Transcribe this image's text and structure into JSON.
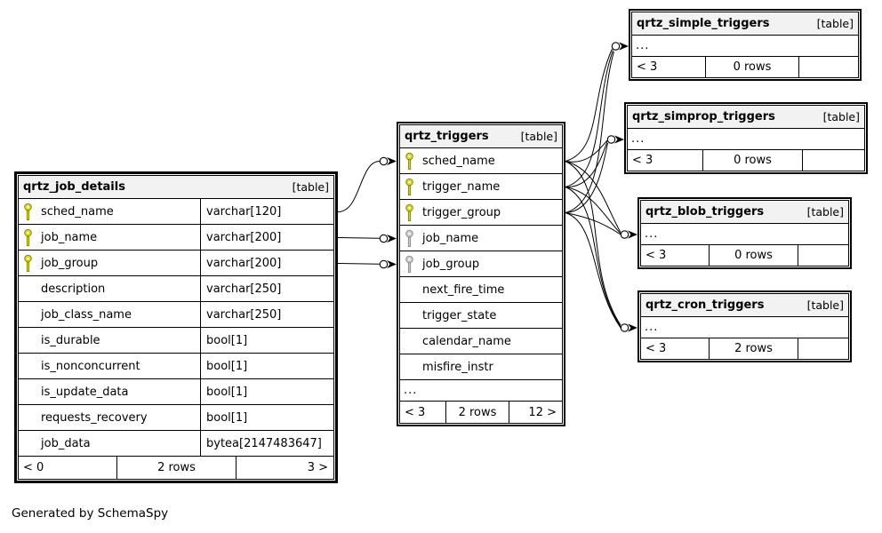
{
  "page": {
    "generated_by": "Generated by SchemaSpy"
  },
  "colors": {
    "pk_key": "#d8d820",
    "fk_key": "#cccccc",
    "header_bg": "#f2f2f2",
    "line": "#000000"
  },
  "tables": {
    "job_details": {
      "name": "qrtz_job_details",
      "tag": "[table]",
      "columns": [
        {
          "name": "sched_name",
          "type": "varchar[120]",
          "key": "pk"
        },
        {
          "name": "job_name",
          "type": "varchar[200]",
          "key": "pk"
        },
        {
          "name": "job_group",
          "type": "varchar[200]",
          "key": "pk"
        },
        {
          "name": "description",
          "type": "varchar[250]",
          "key": ""
        },
        {
          "name": "job_class_name",
          "type": "varchar[250]",
          "key": ""
        },
        {
          "name": "is_durable",
          "type": "bool[1]",
          "key": ""
        },
        {
          "name": "is_nonconcurrent",
          "type": "bool[1]",
          "key": ""
        },
        {
          "name": "is_update_data",
          "type": "bool[1]",
          "key": ""
        },
        {
          "name": "requests_recovery",
          "type": "bool[1]",
          "key": ""
        },
        {
          "name": "job_data",
          "type": "bytea[2147483647]",
          "key": ""
        }
      ],
      "footer": {
        "left": "< 0",
        "center": "2 rows",
        "right": "3 >"
      }
    },
    "triggers": {
      "name": "qrtz_triggers",
      "tag": "[table]",
      "columns": [
        {
          "name": "sched_name",
          "key": "pk"
        },
        {
          "name": "trigger_name",
          "key": "pk"
        },
        {
          "name": "trigger_group",
          "key": "pk"
        },
        {
          "name": "job_name",
          "key": "fk"
        },
        {
          "name": "job_group",
          "key": "fk"
        },
        {
          "name": "next_fire_time",
          "key": ""
        },
        {
          "name": "trigger_state",
          "key": ""
        },
        {
          "name": "calendar_name",
          "key": ""
        },
        {
          "name": "misfire_instr",
          "key": ""
        }
      ],
      "more": "...",
      "footer": {
        "left": "< 3",
        "center": "2 rows",
        "right": "12 >"
      }
    },
    "simple": {
      "name": "qrtz_simple_triggers",
      "tag": "[table]",
      "more": "...",
      "footer": {
        "left": "< 3",
        "center": "0 rows",
        "right": ""
      }
    },
    "simprop": {
      "name": "qrtz_simprop_triggers",
      "tag": "[table]",
      "more": "...",
      "footer": {
        "left": "< 3",
        "center": "0 rows",
        "right": ""
      }
    },
    "blob": {
      "name": "qrtz_blob_triggers",
      "tag": "[table]",
      "more": "...",
      "footer": {
        "left": "< 3",
        "center": "0 rows",
        "right": ""
      }
    },
    "cron": {
      "name": "qrtz_cron_triggers",
      "tag": "[table]",
      "more": "...",
      "footer": {
        "left": "< 3",
        "center": "2 rows",
        "right": ""
      }
    }
  },
  "relationships": [
    {
      "from": "qrtz_job_details.sched_name",
      "to": "qrtz_triggers.sched_name"
    },
    {
      "from": "qrtz_job_details.job_name",
      "to": "qrtz_triggers.job_name"
    },
    {
      "from": "qrtz_job_details.job_group",
      "to": "qrtz_triggers.job_group"
    },
    {
      "from": "qrtz_triggers (sched_name, trigger_name, trigger_group)",
      "to": "qrtz_simple_triggers"
    },
    {
      "from": "qrtz_triggers (sched_name, trigger_name, trigger_group)",
      "to": "qrtz_simprop_triggers"
    },
    {
      "from": "qrtz_triggers (sched_name, trigger_name, trigger_group)",
      "to": "qrtz_blob_triggers"
    },
    {
      "from": "qrtz_triggers (sched_name, trigger_name, trigger_group)",
      "to": "qrtz_cron_triggers"
    }
  ]
}
